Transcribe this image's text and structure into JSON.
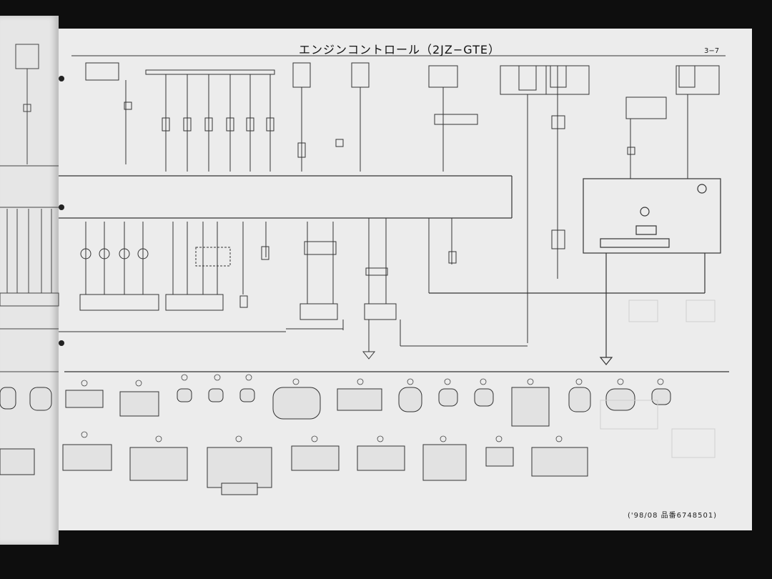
{
  "page": {
    "title": "エンジンコントロール（2JZ−GTE）",
    "page_number": "3−7",
    "footer": "('98/08 品番6748501)"
  }
}
